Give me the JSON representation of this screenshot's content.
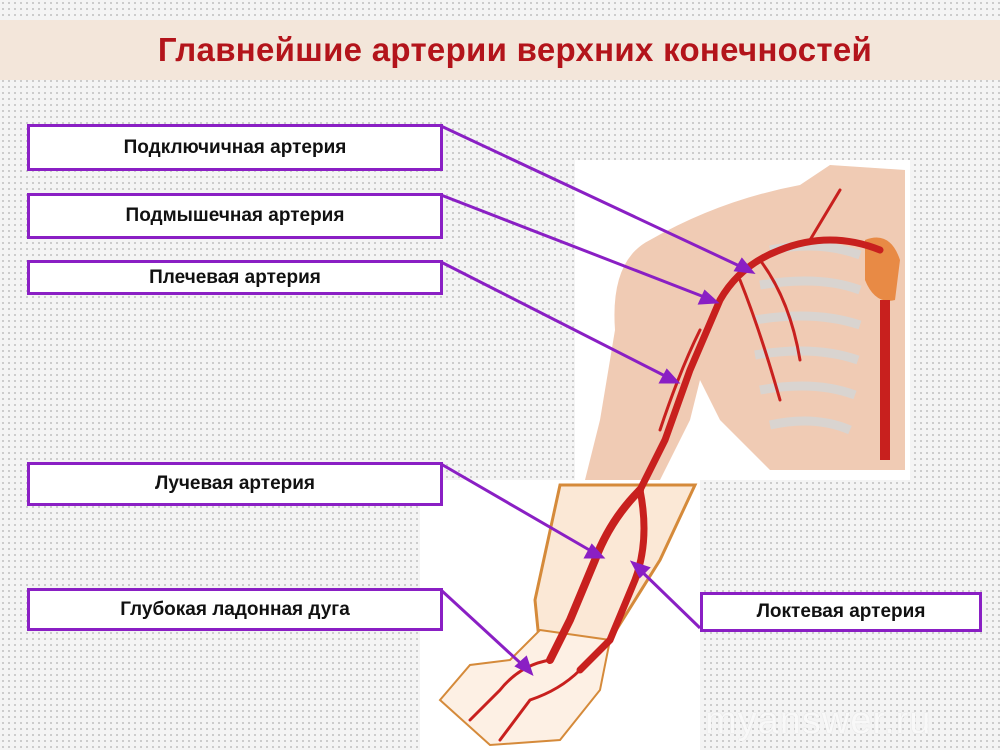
{
  "title": "Главнейшие артерии верхних конечностей",
  "labels": {
    "subclavian": "Подключичная артерия",
    "axillary": "Подмышечная артерия",
    "brachial": "Плечевая  артерия",
    "radial": "Лучевая артерия",
    "deep_palmar_arch": "Глубокая ладонная дуга",
    "ulnar": "Локтевая артерия"
  },
  "watermark": "myanswer.ru",
  "colors": {
    "title": "#b3141b",
    "box_border": "#8a1fc4",
    "artery": "#c8201e",
    "skin": "#f0c9ad"
  }
}
